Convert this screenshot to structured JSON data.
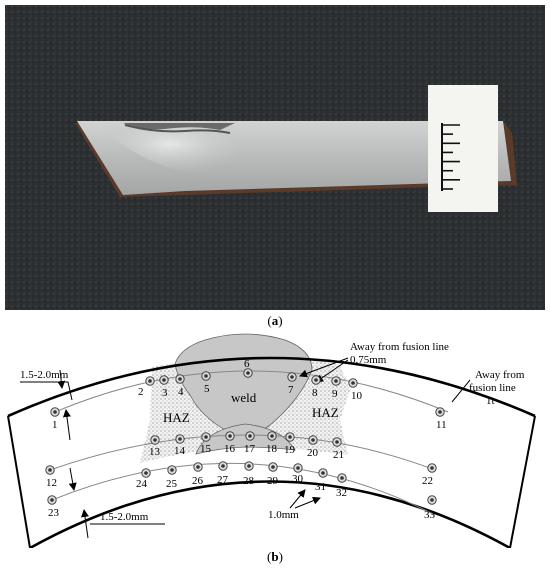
{
  "figure": {
    "label_a": "a",
    "label_b": "b"
  },
  "photo": {
    "scale_ticks": 8
  },
  "diagram": {
    "zones": {
      "weld": "weld",
      "haz_left": "HAZ",
      "haz_right": "HAZ"
    },
    "annotations": {
      "fusion_075_line1": "Away from fusion line",
      "fusion_075_line2": "0.75mm",
      "fusion_1t_line1": "Away from",
      "fusion_1t_line2": "fusion line",
      "fusion_1t_line3": "1t",
      "dim_top": "1.5-2.0mm",
      "dim_bottom": "1.5-2.0mm",
      "dim_1mm": "1.0mm"
    },
    "points": [
      {
        "id": "1",
        "label": "1"
      },
      {
        "id": "2",
        "label": "2"
      },
      {
        "id": "3",
        "label": "3"
      },
      {
        "id": "4",
        "label": "4"
      },
      {
        "id": "5",
        "label": "5"
      },
      {
        "id": "6",
        "label": "6"
      },
      {
        "id": "7",
        "label": "7"
      },
      {
        "id": "8",
        "label": "8"
      },
      {
        "id": "9",
        "label": "9"
      },
      {
        "id": "10",
        "label": "10"
      },
      {
        "id": "11",
        "label": "11"
      },
      {
        "id": "12",
        "label": "12"
      },
      {
        "id": "13",
        "label": "13"
      },
      {
        "id": "14",
        "label": "14"
      },
      {
        "id": "15",
        "label": "15"
      },
      {
        "id": "16",
        "label": "16"
      },
      {
        "id": "17",
        "label": "17"
      },
      {
        "id": "18",
        "label": "18"
      },
      {
        "id": "19",
        "label": "19"
      },
      {
        "id": "20",
        "label": "20"
      },
      {
        "id": "21",
        "label": "21"
      },
      {
        "id": "22",
        "label": "22"
      },
      {
        "id": "23",
        "label": "23"
      },
      {
        "id": "24",
        "label": "24"
      },
      {
        "id": "25",
        "label": "25"
      },
      {
        "id": "26",
        "label": "26"
      },
      {
        "id": "27",
        "label": "27"
      },
      {
        "id": "28",
        "label": "28"
      },
      {
        "id": "29",
        "label": "29"
      },
      {
        "id": "30",
        "label": "30"
      },
      {
        "id": "31",
        "label": "31"
      },
      {
        "id": "32",
        "label": "32"
      },
      {
        "id": "33",
        "label": "33"
      }
    ]
  }
}
